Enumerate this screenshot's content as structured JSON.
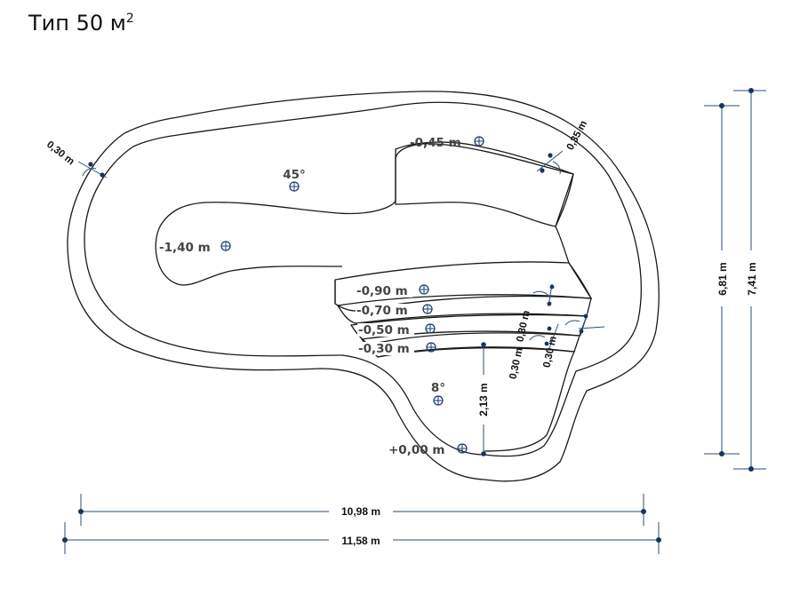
{
  "title": {
    "text": "Тип 50 м",
    "superscript": "2"
  },
  "depth_labels": {
    "shallow_bench": "-0,45 m",
    "deep_zone": "-1,40 m",
    "step_1": "-0,90 m",
    "step_2": "-0,70 m",
    "step_3": "-0,50 m",
    "step_4": "-0,30 m",
    "entry": "+0,00 m"
  },
  "slope_labels": {
    "main_slope": "45°",
    "entry_slope": "8°"
  },
  "dimensions": {
    "inner_length": "10,98 m",
    "outer_length": "11,58 m",
    "inner_width": "6,81 m",
    "outer_width": "7,41 m",
    "entry_length": "2,13 m",
    "left_border": "0,30 m",
    "right_border": "0,35 m",
    "step_width_1": "0,30 m",
    "step_width_2": "0,30 m",
    "step_width_3": "0,30 m"
  },
  "colors": {
    "outline": "#1a1a1a",
    "dimension_line": "#2e4e7a",
    "marker": "#1e3e6e",
    "depth_text": "#444444"
  }
}
